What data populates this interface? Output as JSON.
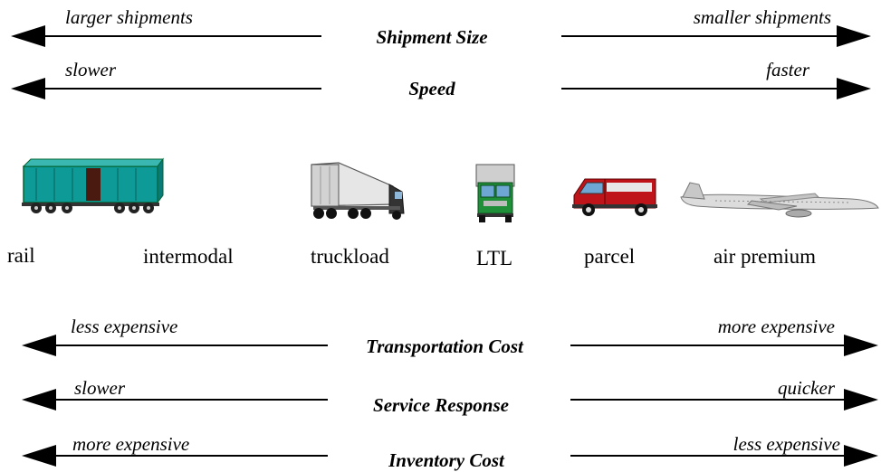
{
  "scales_top": [
    {
      "title": "Shipment Size",
      "left": "larger shipments",
      "right": "smaller shipments"
    },
    {
      "title": "Speed",
      "left": "slower",
      "right": "faster"
    }
  ],
  "modes": [
    {
      "label": "rail",
      "icon": "boxcar-icon"
    },
    {
      "label": "intermodal",
      "icon": ""
    },
    {
      "label": "truckload",
      "icon": "semi-truck-icon"
    },
    {
      "label": "LTL",
      "icon": "box-truck-icon"
    },
    {
      "label": "parcel",
      "icon": "delivery-van-icon"
    },
    {
      "label": "air premium",
      "icon": "airplane-icon"
    }
  ],
  "scales_bottom": [
    {
      "title": "Transportation Cost",
      "left": "less expensive",
      "right": "more expensive"
    },
    {
      "title": "Service Response",
      "left": "slower",
      "right": "quicker"
    },
    {
      "title": "Inventory Cost",
      "left": "more expensive",
      "right": "less expensive"
    }
  ],
  "colors": {
    "rail_car": "#0e9a97",
    "van_body": "#c0141b",
    "truck_cab": "#1f8f3a",
    "trailer": "#e6e6e6"
  }
}
